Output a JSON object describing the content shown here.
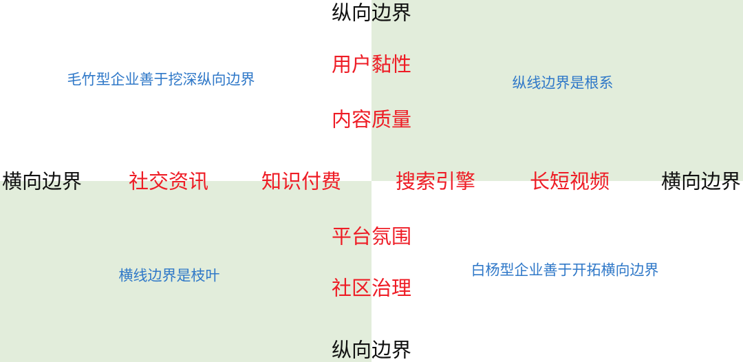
{
  "axes": {
    "vertical_top": "纵向边界",
    "vertical_bottom": "纵向边界",
    "horizontal_left": "横向边界",
    "horizontal_right": "横向边界"
  },
  "vertical_factors": [
    "用户黏性",
    "内容质量",
    "平台氛围",
    "社区治理"
  ],
  "horizontal_factors": [
    "社交资讯",
    "知识付费",
    "搜索引擎",
    "长短视频"
  ],
  "quadrant_notes": {
    "top_left": "毛竹型企业善于挖深纵向边界",
    "top_right": "纵线边界是根系",
    "bottom_left": "横线边界是枝叶",
    "bottom_right": "白杨型企业善于开拓横向边界"
  },
  "colors": {
    "axis_text": "#111111",
    "factor_text": "#ee1c25",
    "note_text": "#2f78c8",
    "shaded_quadrant": "#e2eddb",
    "background": "#ffffff"
  }
}
